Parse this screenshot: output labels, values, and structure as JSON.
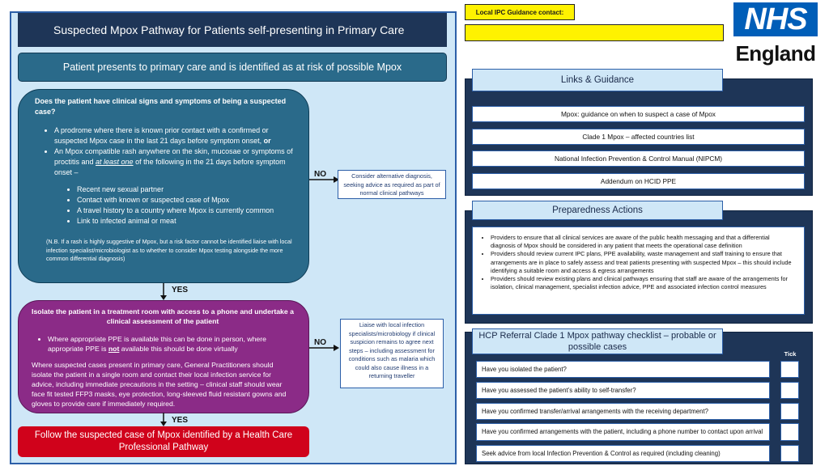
{
  "header": {
    "title": "Suspected Mpox Pathway for Patients self-presenting in Primary Care",
    "presents": "Patient presents to primary care and is identified as at risk of possible Mpox"
  },
  "question_box": {
    "question": "Does the patient have clinical signs and symptoms of being a suspected case?",
    "bullet1_a": "A prodrome where there is known prior contact with a confirmed or suspected Mpox case in the last 21 days before symptom onset, ",
    "bullet1_or": "or",
    "bullet2_a": "An Mpox compatible rash anywhere on the skin, mucosae or symptoms of proctitis and ",
    "bullet2_emph": "at least one",
    "bullet2_b": " of the following in the 21 days before symptom onset –",
    "sub_items": [
      "Recent new sexual partner",
      "Contact with known or suspected case of Mpox",
      "A travel history to a country where Mpox is currently common",
      "Link to infected animal or meat"
    ],
    "note": "(N.B. If a rash is highly suggestive of Mpox, but a risk factor cannot be identified liaise with local infection specialist/microbiologist as to whether to consider Mpox testing alongside the more common differential diagnosis)"
  },
  "no1": {
    "label": "NO",
    "text": "Consider alternative diagnosis, seeking advice as required as part of normal clinical pathways"
  },
  "yes1": "YES",
  "isolate_box": {
    "heading": "Isolate the patient in a treatment room with access to a phone and undertake a clinical assessment of the patient",
    "bullet_a": "Where appropriate PPE is available this can be done in person, where appropriate PPE is ",
    "bullet_not": "not",
    "bullet_b": " available this should be done virtually",
    "para": "Where suspected cases present in primary care, General Practitioners should isolate the patient in a single room and contact their local infection service for advice, including immediate precautions in the setting – clinical staff should wear face fit tested FFP3 masks, eye protection, long-sleeved fluid resistant gowns and gloves to provide care if immediately required."
  },
  "no2": {
    "label": "NO",
    "text": "Liaise with local infection specialists/microbiology if clinical suspicion remains to agree next steps – including assessment for conditions such as malaria which could also cause illness in a returning traveller"
  },
  "yes2": "YES",
  "follow": "Follow the suspected case of Mpox identified by a Health Care Professional Pathway",
  "ipc": {
    "label": "Local IPC Guidance contact:",
    "value": ""
  },
  "logo": {
    "nhs": "NHS",
    "england": "England"
  },
  "links": {
    "heading": "Links & Guidance",
    "items": [
      "Mpox: guidance on when to suspect a case of Mpox",
      "Clade 1 Mpox – affected countries list",
      "National Infection Prevention & Control Manual (NIPCM)",
      "Addendum on HCID PPE"
    ]
  },
  "preparedness": {
    "heading": "Preparedness Actions",
    "items": [
      "Providers to ensure that all clinical services are aware of the public health messaging and that a differential diagnosis of Mpox should be considered in any patient that meets the operational case definition",
      "Providers should review current IPC plans, PPE availability, waste management and staff training to ensure that arrangements are in place to safely assess and treat patients presenting with suspected Mpox – this should include identifying a suitable room and access & egress arrangements",
      "Providers should review existing plans and clinical pathways ensuring that staff are aware of the arrangements for isolation, clinical management, specialist infection advice,  PPE and associated infection control measures"
    ]
  },
  "checklist": {
    "heading": "HCP Referral Clade 1 Mpox pathway checklist – probable or possible cases",
    "tick_label": "Tick",
    "items": [
      "Have you isolated the patient?",
      "Have you assessed the patient’s ability to self-transfer?",
      "Have you confirmed transfer/arrival arrangements with the receiving department?",
      "Have you confirmed arrangements with the patient, including a phone number to contact upon arrival",
      "Seek advice from local Infection Prevention & Control as required (including cleaning)"
    ]
  },
  "colors": {
    "navy": "#1e3557",
    "teal": "#2a6a8a",
    "purple": "#8b2b87",
    "red": "#d0021b",
    "yellow": "#fff200",
    "nhs_blue": "#005eb8",
    "light_blue": "#cfe7f7"
  }
}
